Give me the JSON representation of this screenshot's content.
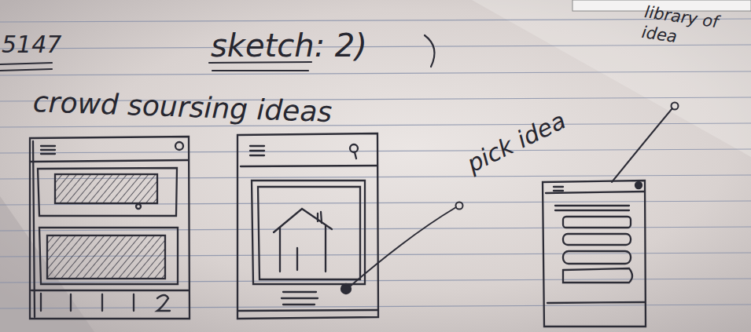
{
  "diagram": {
    "labels": [
      "5147",
      "sketch: 2)",
      "crowd soursing ideas",
      "pick idea",
      "library of idea"
    ]
  }
}
